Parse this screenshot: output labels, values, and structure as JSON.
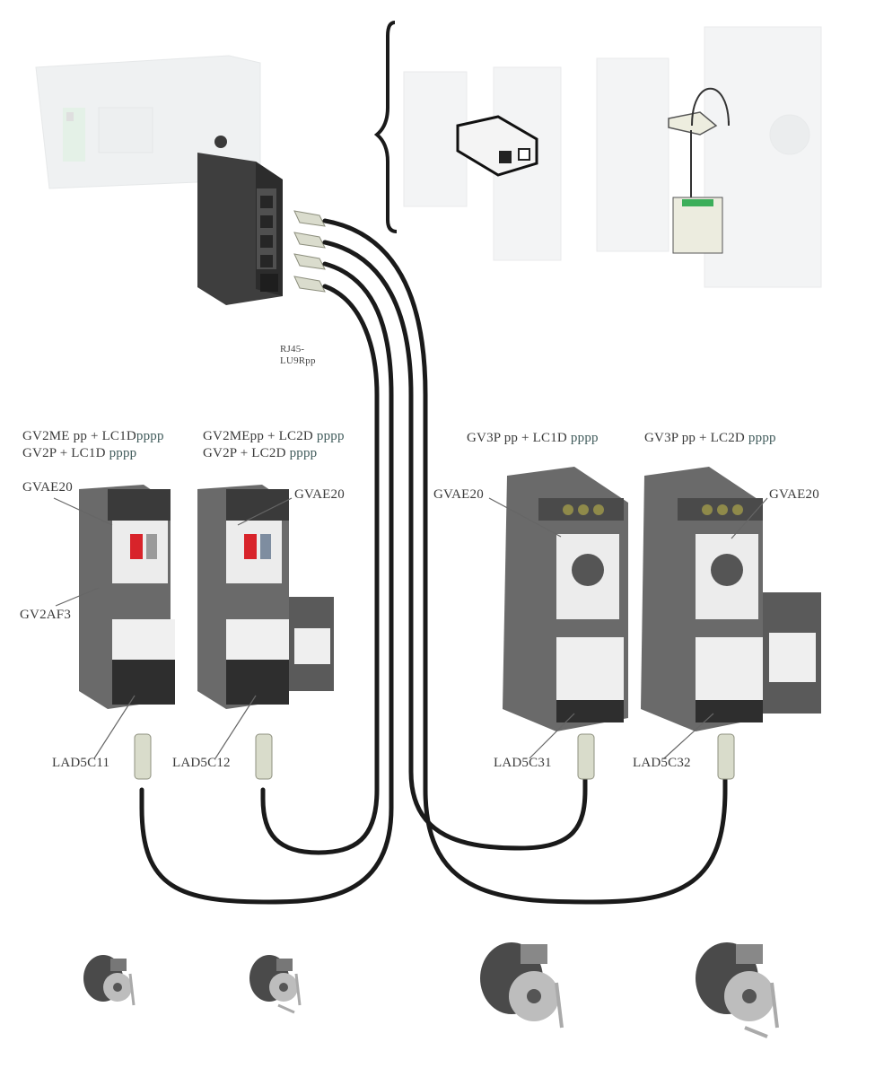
{
  "diagram": {
    "cable_label": [
      "RJ45-",
      "LU9Rpp"
    ],
    "groups": [
      {
        "lines": [
          {
            "text": "GV2ME pp  + LC1D",
            "ref": "pppp"
          },
          {
            "text": "GV2P + LC1D  ",
            "ref": "pppp"
          }
        ],
        "callouts": [
          "GVAE20",
          "GV2AF3"
        ],
        "plug_label": "LAD5C11",
        "motor": "motor-small-1-direction"
      },
      {
        "lines": [
          {
            "text": "GV2MEpp  + LC2D ",
            "ref": "pppp"
          },
          {
            "text": "GV2P + LC2D  ",
            "ref": "pppp"
          }
        ],
        "callouts": [
          "GVAE20"
        ],
        "plug_label": "LAD5C12",
        "motor": "motor-small-2-directions"
      },
      {
        "lines": [
          {
            "text": "GV3P pp  + LC1D ",
            "ref": "pppp"
          }
        ],
        "callouts": [
          "GVAE20"
        ],
        "plug_label": "LAD5C31",
        "motor": "motor-large-1-direction"
      },
      {
        "lines": [
          {
            "text": "GV3P pp  + LC2D ",
            "ref": "pppp"
          }
        ],
        "callouts": [
          "GVAE20"
        ],
        "plug_label": "LAD5C32",
        "motor": "motor-large-2-directions"
      }
    ]
  },
  "colors": {
    "cable": "#1a1a1a",
    "device_dark": "#3c3c3c",
    "device_mid": "#6b6b6b",
    "device_light": "#e8e8e8",
    "faded": "#e6e9ea",
    "indicator_red": "#d8232a",
    "indicator_green": "#2ea44f",
    "connector": "#d9dccb"
  }
}
